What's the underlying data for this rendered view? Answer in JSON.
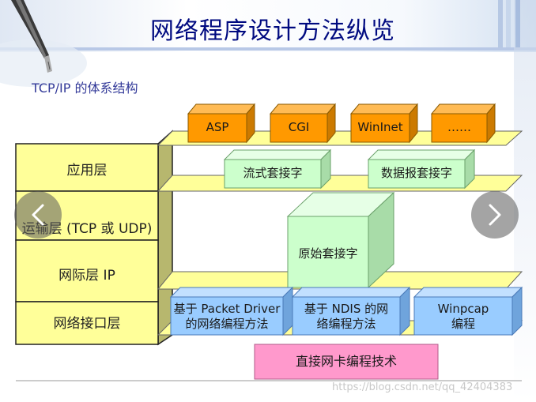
{
  "title": "网络程序设计方法纵览",
  "subtitle": "TCP/IP 的体系结构",
  "layers": {
    "application": "应用层",
    "transport": "运输层 (TCP 或 UDP)",
    "internet": "网际层   IP",
    "link": "网络接口层"
  },
  "apps": [
    "ASP",
    "CGI",
    "WinInet",
    "……"
  ],
  "sockets": {
    "stream": "流式套接字",
    "datagram": "数据报套接字",
    "raw": "原始套接字"
  },
  "drivers": {
    "packet_driver_line1": "基于 Packet Driver",
    "packet_driver_line2": "的网络编程方法",
    "ndis_line1": "基于 NDIS 的网",
    "ndis_line2": "络编程方法",
    "winpcap_line1": "Winpcap",
    "winpcap_line2": "编程"
  },
  "direct_nic": "直接网卡编程技术",
  "watermark": "https://blog.csdn.net/qq_42404383",
  "colors": {
    "title": "#000a80",
    "layer_fill": "#ffff99",
    "app_box": "#ff9900",
    "socket_box": "#ccffcc",
    "driver_box": "#99ccff",
    "nic_box": "#ff99cc"
  }
}
